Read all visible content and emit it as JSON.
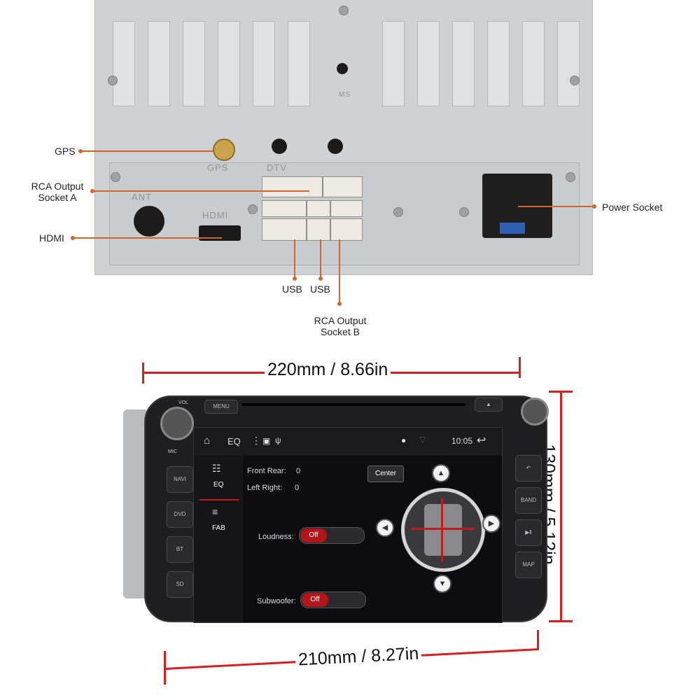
{
  "rear_panel": {
    "embossed": {
      "gps": "GPS",
      "dtv": "DTV",
      "ant": "ANT",
      "hdmi": "HDMI",
      "ms": "MS"
    },
    "callouts": {
      "gps": "GPS",
      "rca_a_line1": "RCA Output",
      "rca_a_line2": "Socket A",
      "hdmi": "HDMI",
      "power": "Power Socket",
      "usb1": "USB",
      "usb2": "USB",
      "rca_b_line1": "RCA Output",
      "rca_b_line2": "Socket B"
    },
    "accent_color": "#d4652a"
  },
  "head_unit": {
    "dimensions": {
      "top_width": "220mm / 8.66in",
      "bottom_width": "210mm / 8.27in",
      "height": "130mm / 5.12in"
    },
    "dimension_color": "#d32020",
    "left_buttons": [
      "MENU",
      "NAVI",
      "DVD",
      "BT",
      "SD"
    ],
    "left_small_labels": [
      "VOL",
      "MIC"
    ],
    "right_buttons": [
      "BAND",
      "MAP"
    ],
    "status_bar": {
      "title": "EQ",
      "time": "10:05"
    },
    "sidebar": [
      {
        "label": "EQ",
        "icon": "eq-sliders-icon"
      },
      {
        "label": "FAB",
        "icon": "fab-bars-icon"
      }
    ],
    "settings": {
      "front_rear_label": "Front Rear:",
      "front_rear_value": "0",
      "left_right_label": "Left Right:",
      "left_right_value": "0",
      "center_button": "Center",
      "loudness_label": "Loudness:",
      "loudness_value": "Off",
      "subwoofer_label": "Subwoofer:",
      "subwoofer_value": "Off"
    }
  }
}
